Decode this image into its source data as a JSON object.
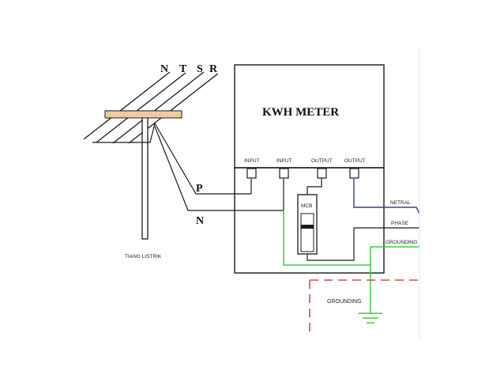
{
  "phases": {
    "n": "N",
    "t": "T",
    "s": "S",
    "r": "R"
  },
  "meter": {
    "title": "KWH METER"
  },
  "terminals": {
    "input_1": "INPUT",
    "input_2": "INPUT",
    "output_1": "OUTPUT",
    "output_2": "OUTPUT"
  },
  "conductors": {
    "p": "P",
    "n": "N"
  },
  "mcb": {
    "label": "MCB"
  },
  "outputs": {
    "netral": "NETRAL",
    "phase": "PHASE",
    "grounding": "GROUNDING"
  },
  "pole": {
    "label": "TIANG LISTRIK"
  },
  "ground": {
    "label": "GROUNDING"
  },
  "colors": {
    "crossarm": "#f4c9a0",
    "neutral_wire": "#3a3aa8",
    "ground_wire": "#3bcf3b",
    "dashed_boundary": "#d94848"
  },
  "icons": [
    "ground-symbol-icon",
    "mcb-breaker-icon"
  ]
}
